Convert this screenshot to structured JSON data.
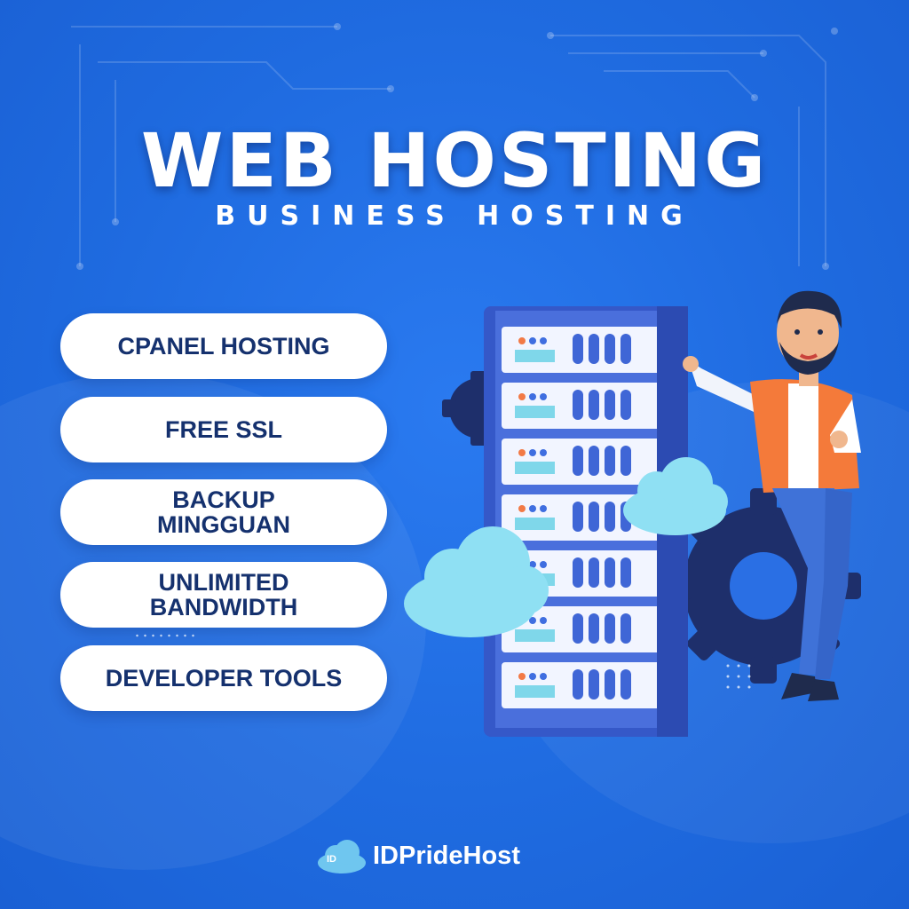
{
  "header": {
    "title": "WEB HOSTING",
    "subtitle": "BUSINESS HOSTING"
  },
  "features": [
    {
      "label": "CPANEL HOSTING"
    },
    {
      "label": "FREE SSL"
    },
    {
      "label": "BACKUP MINGGUAN"
    },
    {
      "label": "UNLIMITED BANDWIDTH"
    },
    {
      "label": "DEVELOPER TOOLS"
    }
  ],
  "brand": {
    "name": "IDPrideHost",
    "badge": "ID"
  },
  "colors": {
    "background": "#1f6be0",
    "pill": "#ffffff",
    "pill_text": "#15316e",
    "cloud": "#8fe0f3",
    "server": "#3f66d6",
    "shirt": "#f47a3a",
    "gear": "#1e2f6b"
  }
}
